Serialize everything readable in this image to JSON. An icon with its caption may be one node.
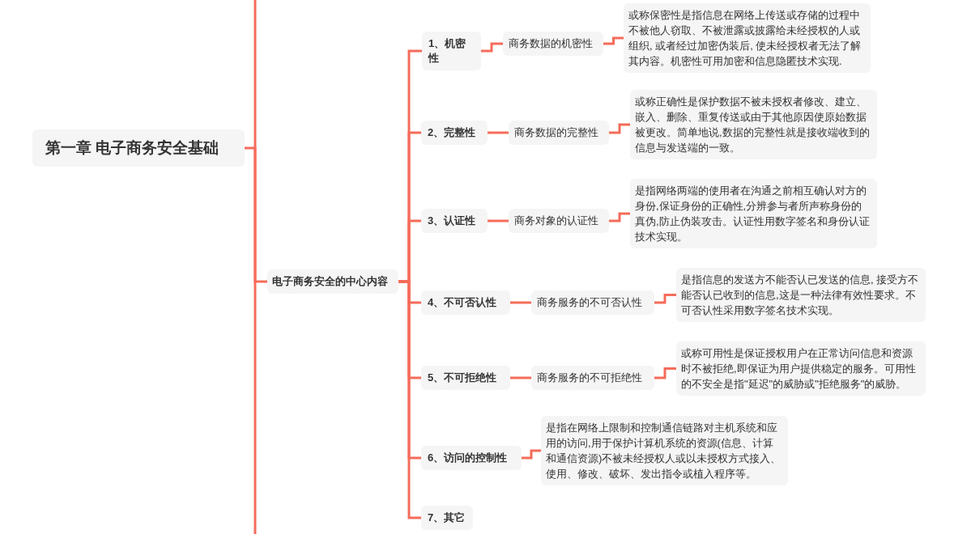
{
  "diagram": {
    "nodes": [
      {
        "text": [
          "第一章 电子商务安全基础"
        ]
      },
      {
        "text": [
          "电子商务安全的中心内容"
        ]
      },
      {
        "text": [
          "1、机密性"
        ]
      },
      {
        "text": [
          "商务数据的机密性"
        ]
      },
      {
        "text": [
          "或称保密性是指信息在网络上传送或存储的过程中不被他人窃取、不被泄露或披露给未经授权的人或组织, 或者经过加密伪装后, 使未经授权者无法了解其内容。机密性可用加密和信息隐匿技术实现."
        ]
      },
      {
        "text": [
          "2、完整性"
        ]
      },
      {
        "text": [
          "商务数据的完整性"
        ]
      },
      {
        "text": [
          "或称正确性是保护数据不被未授权者修改、建立、嵌入、删除、重复传送或由于其他原因使原始数据被更改。简单地说,数据的完整性就是接收端收到的信息与发送端的一致。"
        ]
      },
      {
        "text": [
          "3、认证性"
        ]
      },
      {
        "text": [
          "商务对象的认证性"
        ]
      },
      {
        "text": [
          "是指网络两端的使用者在沟通之前相互确认对方的身份,保证身份的正确性,分辨参与者所声称身份的真伪,防止伪装攻击。认证性用数字签名和身份认证技术实现。"
        ]
      },
      {
        "text": [
          "4、不可否认性"
        ]
      },
      {
        "text": [
          "商务服务的不可否认性"
        ]
      },
      {
        "text": [
          "是指信息的发送方不能否认已发送的信息, 接受方不能否认已收到的信息,这是一种法律有效性要求。不可否认性采用数字签名技术实现。"
        ]
      },
      {
        "text": [
          "5、不可拒绝性"
        ]
      },
      {
        "text": [
          "商务服务的不可拒绝性"
        ]
      },
      {
        "text": [
          "或称可用性是保证授权用户在正常访问信息和资源时不被拒绝,即保证为用户提供稳定的服务。可用性的不安全是指\"延迟\"的威胁或\"拒绝服务\"的威胁。"
        ]
      },
      {
        "text": [
          "6、访问的控制性"
        ]
      },
      {
        "text": [
          "是指在网络上限制和控制通信链路对主机系统和应用的访问,用于保护计算机系统的资源(信息、计算和通信资源)不被未经授权人或以未授权方式接入、使用、修改、破坏、发出指令或植入程序等。"
        ]
      },
      {
        "text": [
          "7、其它"
        ]
      }
    ],
    "edges": [
      {
        "from": 0,
        "to": 1,
        "arrow": "none"
      },
      {
        "from": 1,
        "to": 2,
        "arrow": "none"
      },
      {
        "from": 1,
        "to": 5,
        "arrow": "none"
      },
      {
        "from": 1,
        "to": 8,
        "arrow": "none"
      },
      {
        "from": 1,
        "to": 11,
        "arrow": "none"
      },
      {
        "from": 1,
        "to": 14,
        "arrow": "none"
      },
      {
        "from": 1,
        "to": 17,
        "arrow": "none"
      },
      {
        "from": 1,
        "to": 19,
        "arrow": "none"
      },
      {
        "from": 2,
        "to": 3,
        "arrow": "none"
      },
      {
        "from": 3,
        "to": 4,
        "arrow": "none"
      },
      {
        "from": 5,
        "to": 6,
        "arrow": "none"
      },
      {
        "from": 6,
        "to": 7,
        "arrow": "none"
      },
      {
        "from": 8,
        "to": 9,
        "arrow": "none"
      },
      {
        "from": 9,
        "to": 10,
        "arrow": "none"
      },
      {
        "from": 11,
        "to": 12,
        "arrow": "none"
      },
      {
        "from": 12,
        "to": 13,
        "arrow": "none"
      },
      {
        "from": 14,
        "to": 15,
        "arrow": "none"
      },
      {
        "from": 15,
        "to": 16,
        "arrow": "none"
      },
      {
        "from": 17,
        "to": 18,
        "arrow": "none"
      }
    ]
  }
}
